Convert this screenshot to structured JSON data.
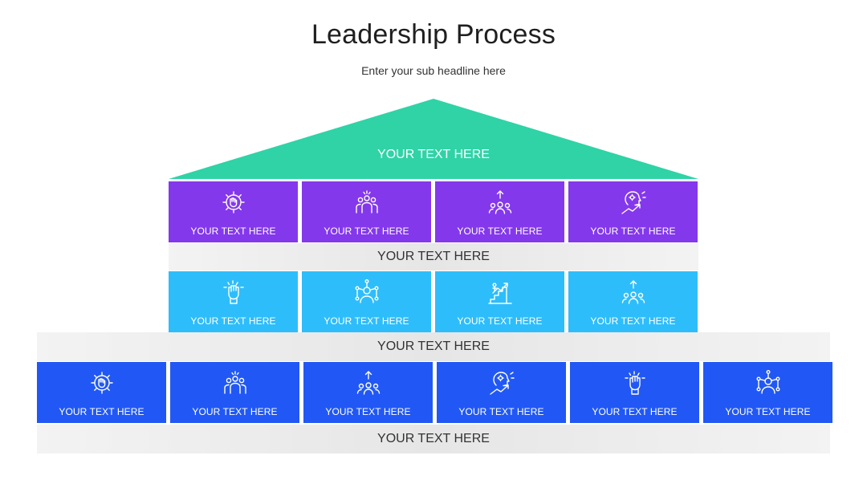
{
  "slide": {
    "title": "Leadership Process",
    "subtitle": "Enter your sub headline here"
  },
  "roof": {
    "label": "YOUR TEXT HERE",
    "color": "#2fd3a6"
  },
  "tier1": {
    "color": "#8438ec",
    "cells": [
      {
        "label": "YOUR TEXT HERE",
        "icon": "gear-fist-icon"
      },
      {
        "label": "YOUR TEXT HERE",
        "icon": "team-icon"
      },
      {
        "label": "YOUR TEXT HERE",
        "icon": "group-arrow-up-icon"
      },
      {
        "label": "YOUR TEXT HERE",
        "icon": "head-growth-icon"
      }
    ],
    "band": "YOUR TEXT HERE"
  },
  "tier2": {
    "color": "#2ebdfb",
    "cells": [
      {
        "label": "YOUR TEXT HERE",
        "icon": "raised-fist-icon"
      },
      {
        "label": "YOUR TEXT HERE",
        "icon": "network-person-icon"
      },
      {
        "label": "YOUR TEXT HERE",
        "icon": "stairs-growth-icon"
      },
      {
        "label": "YOUR TEXT HERE",
        "icon": "group-arrow-up-icon"
      }
    ],
    "band": "YOUR TEXT HERE"
  },
  "tier3": {
    "color": "#2158f5",
    "cells": [
      {
        "label": "YOUR TEXT HERE",
        "icon": "gear-fist-icon"
      },
      {
        "label": "YOUR TEXT HERE",
        "icon": "team-icon"
      },
      {
        "label": "YOUR TEXT HERE",
        "icon": "group-arrow-up-icon"
      },
      {
        "label": "YOUR TEXT HERE",
        "icon": "head-growth-icon"
      },
      {
        "label": "YOUR TEXT HERE",
        "icon": "raised-fist-icon"
      },
      {
        "label": "YOUR TEXT HERE",
        "icon": "network-person-icon"
      }
    ],
    "band": "YOUR TEXT HERE"
  }
}
